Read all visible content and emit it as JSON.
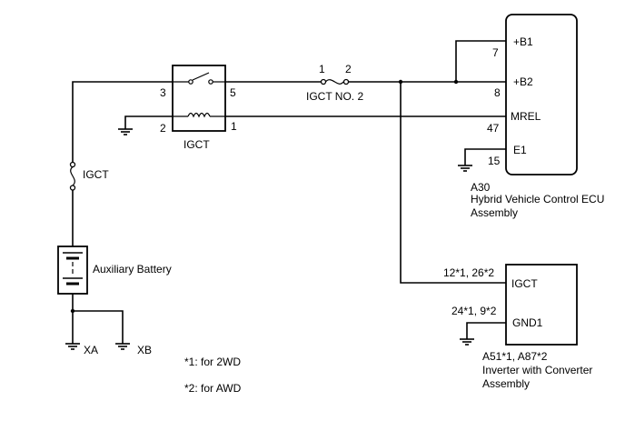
{
  "ecu": {
    "code": "A30",
    "name_line1": "Hybrid Vehicle Control ECU",
    "name_line2": "Assembly",
    "terminals": [
      {
        "label": "+B1",
        "pin": "7"
      },
      {
        "label": "+B2",
        "pin": "8"
      },
      {
        "label": "MREL",
        "pin": "47"
      },
      {
        "label": "E1",
        "pin": "15"
      }
    ]
  },
  "relay": {
    "name": "IGCT",
    "pins": {
      "p3": "3",
      "p5": "5",
      "p2": "2",
      "p1": "1"
    }
  },
  "fuse_main": {
    "name": "IGCT NO. 2",
    "pin1": "1",
    "pin2": "2"
  },
  "fuse_left": {
    "name": "IGCT"
  },
  "battery": {
    "name": "Auxiliary Battery"
  },
  "grounds": {
    "xa": "XA",
    "xb": "XB"
  },
  "inverter": {
    "code": "A51*1, A87*2",
    "name_line1": "Inverter with Converter",
    "name_line2": "Assembly",
    "terminals": [
      {
        "label": "IGCT",
        "pin": "12*1, 26*2"
      },
      {
        "label": "GND1",
        "pin": "24*1, 9*2"
      }
    ]
  },
  "notes": [
    "*1: for 2WD",
    "*2: for AWD"
  ]
}
